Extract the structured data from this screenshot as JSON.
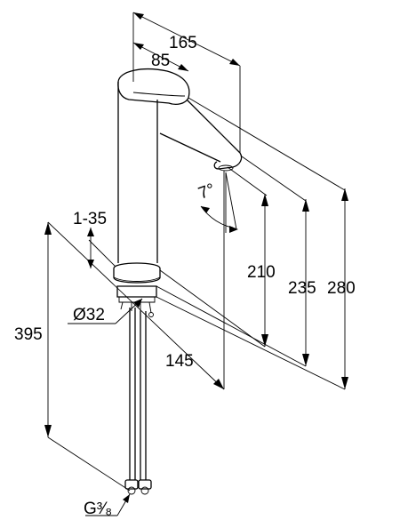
{
  "dimensions": {
    "width_165": "165",
    "spout_85": "85",
    "angle_7": "7°",
    "height_210": "210",
    "height_235": "235",
    "height_280": "280",
    "range_1_35": "1-35",
    "diameter_32": "Ø32",
    "height_395": "395",
    "depth_145": "145",
    "thread_g38": "G³⁄₈"
  }
}
